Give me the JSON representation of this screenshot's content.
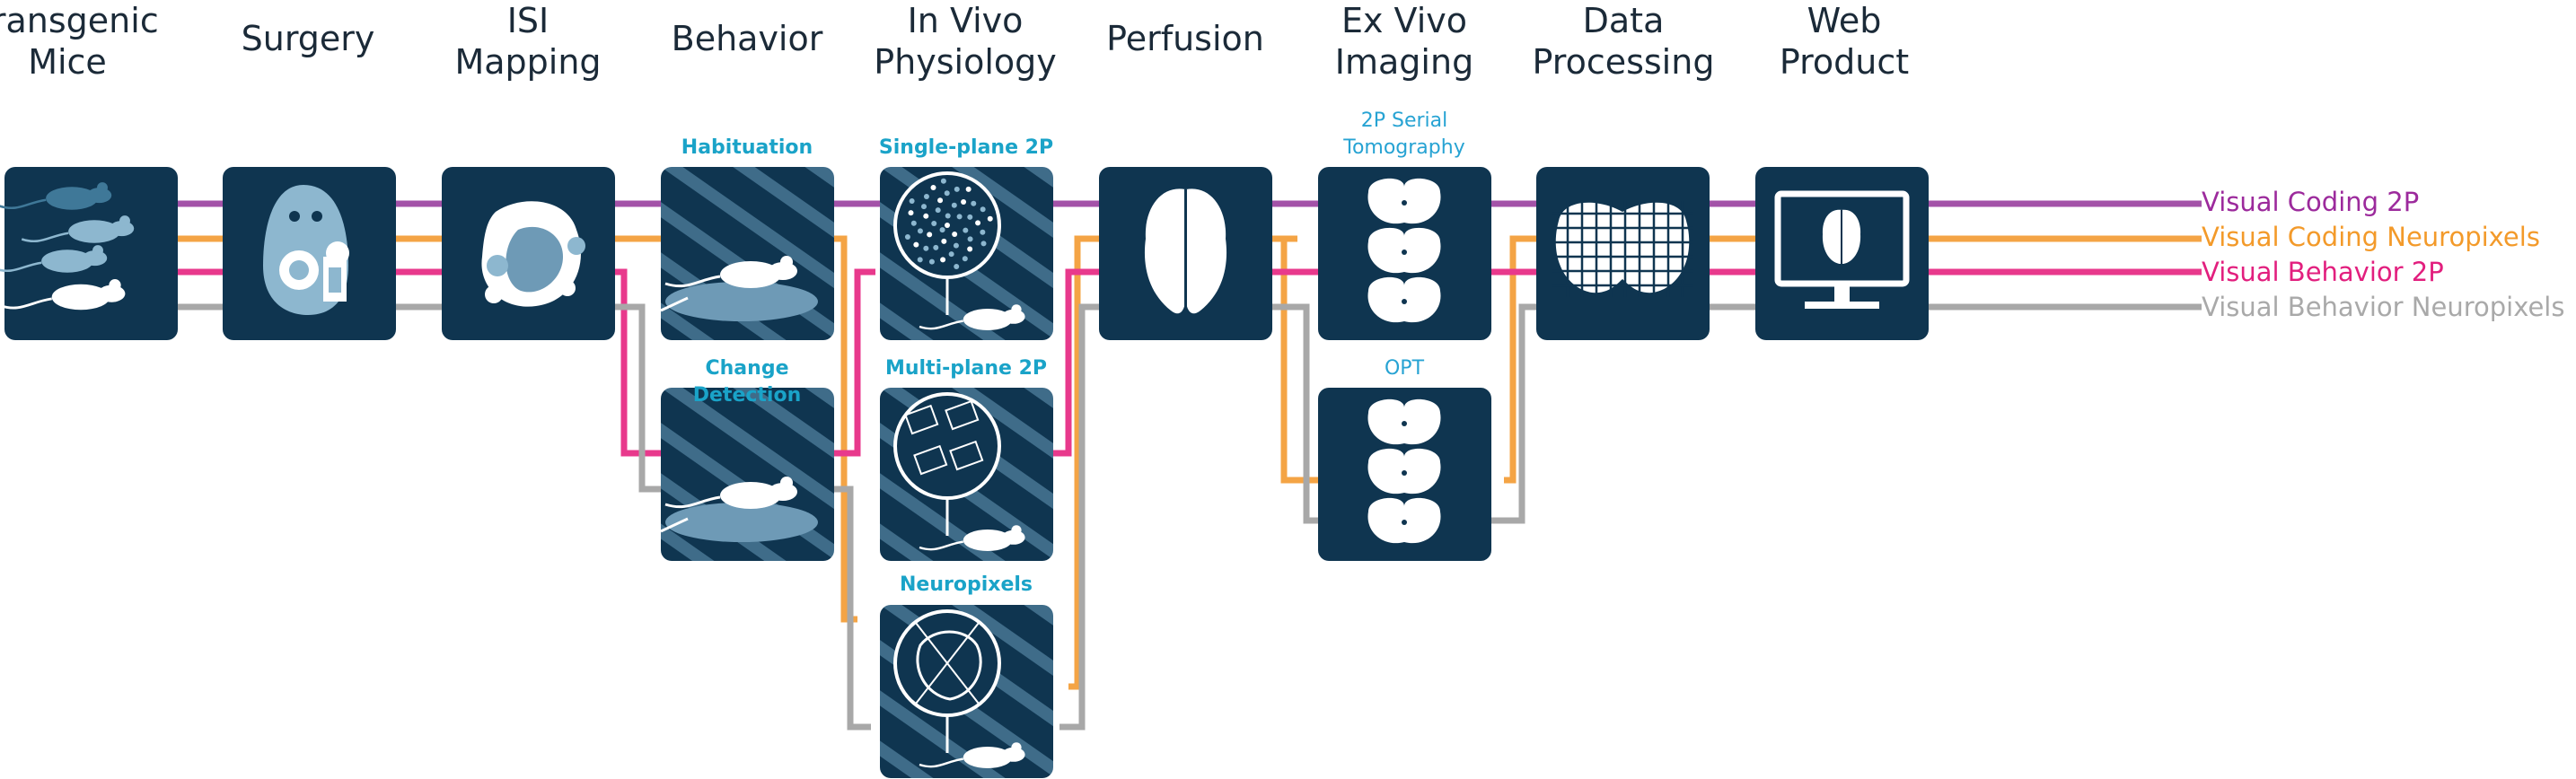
{
  "stages": [
    {
      "title": "Transgenic\nMice"
    },
    {
      "title": "Surgery"
    },
    {
      "title": "ISI\nMapping"
    },
    {
      "title": "Behavior"
    },
    {
      "title": "In Vivo\nPhysiology"
    },
    {
      "title": "Perfusion"
    },
    {
      "title": "Ex Vivo\nImaging"
    },
    {
      "title": "Data\nProcessing"
    },
    {
      "title": "Web\nProduct"
    }
  ],
  "behavior_steps": [
    "Habituation",
    "Change Detection"
  ],
  "physiology_methods": [
    "Single-plane 2P",
    "Multi-plane 2P",
    "Neuropixels"
  ],
  "ex_vivo_methods": [
    "2P Serial\nTomography",
    "OPT"
  ],
  "pipelines": [
    {
      "name": "Visual Coding 2P",
      "color": "#a352a8"
    },
    {
      "name": "Visual Coding Neuropixels",
      "color": "#f4a445"
    },
    {
      "name": "Visual Behavior 2P",
      "color": "#e8398c"
    },
    {
      "name": "Visual Behavior Neuropixels",
      "color": "#a8a8a8"
    }
  ],
  "colors": {
    "tile": "#0f3550",
    "tile_light": "#5e8fae",
    "stripe": "#4f7f9c"
  },
  "icons": [
    "mice-icon",
    "mouse-head-implant-icon",
    "cortex-map-icon",
    "mouse-stage-icon",
    "two-photon-field-icon",
    "multi-plane-icon",
    "probe-icon",
    "brain-icon",
    "brain-section-stack-icon",
    "brain-grid-icon",
    "monitor-brain-icon"
  ]
}
